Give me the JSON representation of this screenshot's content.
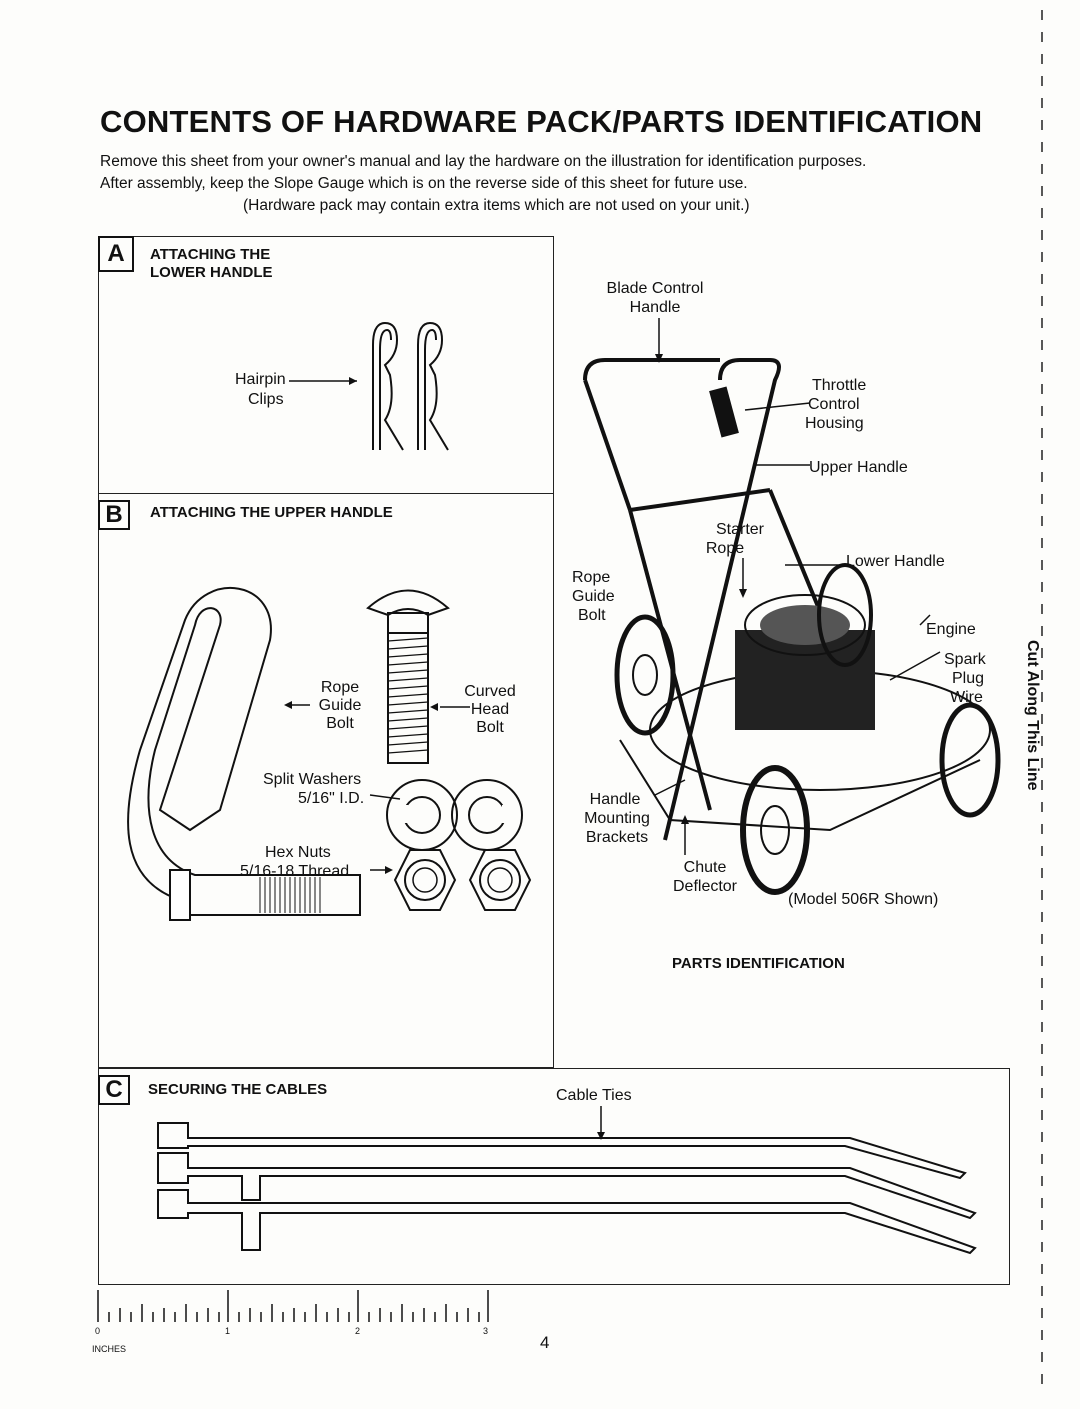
{
  "page": {
    "title": "CONTENTS OF HARDWARE PACK/PARTS IDENTIFICATION",
    "intro_line1": "Remove this sheet from your owner's manual and lay the hardware on the illustration for identification purposes.",
    "intro_line2": "After assembly, keep the Slope Gauge which is on the reverse side of this sheet for future use.",
    "intro_line3": "(Hardware pack may contain extra items which are not used on your unit.)",
    "page_number": "4",
    "cut_line_text": "Cut Along This Line"
  },
  "section_a": {
    "letter": "A",
    "title_line1": "ATTACHING THE",
    "title_line2": "LOWER HANDLE",
    "hairpin_label": "Hairpin",
    "clips_label": "Clips"
  },
  "section_b": {
    "letter": "B",
    "title": "ATTACHING THE UPPER HANDLE",
    "rope_guide_bolt": [
      "Rope",
      "Guide",
      "Bolt"
    ],
    "curved_head_bolt": [
      "Curved",
      "Head",
      "Bolt"
    ],
    "split_washers": [
      "Split Washers",
      "5/16\" I.D."
    ],
    "hex_nuts": [
      "Hex Nuts",
      "5/16-18 Thread"
    ]
  },
  "parts": {
    "blade_control_handle": [
      "Blade Control",
      "Handle"
    ],
    "throttle_control_housing": [
      "Throttle",
      "Control",
      "Housing"
    ],
    "upper_handle": "Upper Handle",
    "starter_rope": [
      "Starter",
      "Rope"
    ],
    "lower_handle": "Lower Handle",
    "rope_guide_bolt": [
      "Rope",
      "Guide",
      "Bolt"
    ],
    "engine": "Engine",
    "spark_plug_wire": [
      "Spark",
      "Plug",
      "Wire"
    ],
    "handle_mounting_brackets": [
      "Handle",
      "Mounting",
      "Brackets"
    ],
    "chute_deflector": [
      "Chute",
      "Deflector"
    ],
    "model_note": "(Model 506R Shown)",
    "heading": "PARTS IDENTIFICATION"
  },
  "section_c": {
    "letter": "C",
    "title": "SECURING THE CABLES",
    "cable_ties_label": "Cable Ties"
  },
  "ruler": {
    "tick_labels": [
      "0",
      "1",
      "2",
      "3"
    ],
    "unit_label": "INCHES"
  }
}
